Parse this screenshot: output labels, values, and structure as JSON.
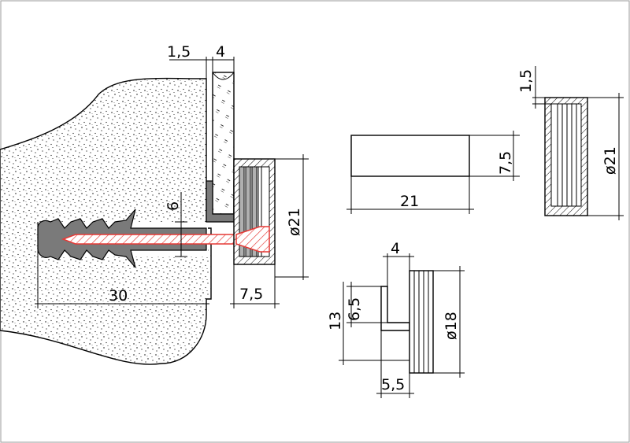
{
  "dimensions": {
    "glass_gap": "1,5",
    "glass_thickness": "4",
    "washer_height": "6",
    "cap_diameter_main": "ø21",
    "cap_depth_main": "7,5",
    "drill_depth": "30",
    "side_height": "7,5",
    "side_width": "21",
    "cap_lip": "1,5",
    "cap_diameter_detail": "ø21",
    "spacer_step": "4",
    "spacer_inner": "6,5",
    "spacer_total": "13",
    "spacer_diameter": "ø18",
    "spacer_depth": "5,5"
  },
  "colors": {
    "line": "#000000",
    "plug": "#7a7a7a",
    "screw": "#e53935",
    "gasket": "#b0b0b0",
    "background": "#ffffff"
  }
}
